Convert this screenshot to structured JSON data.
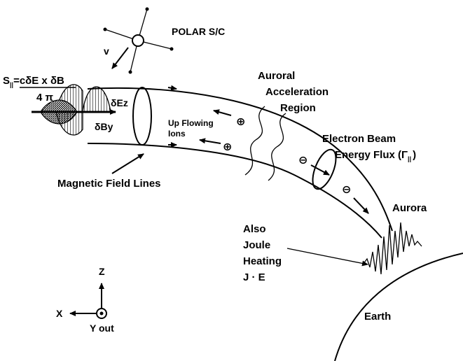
{
  "labels": {
    "spacecraft": "POLAR S/C",
    "velocity": "v",
    "poynting_lhs": "S",
    "poynting_sub": "||",
    "poynting_rhs": "=cδE x δB",
    "poynting_denominator": "4 π",
    "delta_ez": "δEz",
    "delta_by": "δBy",
    "up_flowing_1": "Up Flowing",
    "up_flowing_2": "Ions",
    "auroral_1": "Auroral",
    "auroral_2": "Acceleration",
    "auroral_3": "Region",
    "beam_1": "Electron Beam",
    "beam_2": "Energy Flux (Γ",
    "beam_sub": "||",
    "beam_close": ")",
    "field_lines": "Magnetic Field Lines",
    "aurora": "Aurora",
    "joule_1": "Also",
    "joule_2": "Joule",
    "joule_3": "Heating",
    "joule_4": "J · E",
    "earth": "Earth",
    "axis_z": "Z",
    "axis_x": "X",
    "axis_y": "Y out"
  },
  "symbols": {
    "ion": "⊕",
    "electron": "⊖"
  }
}
